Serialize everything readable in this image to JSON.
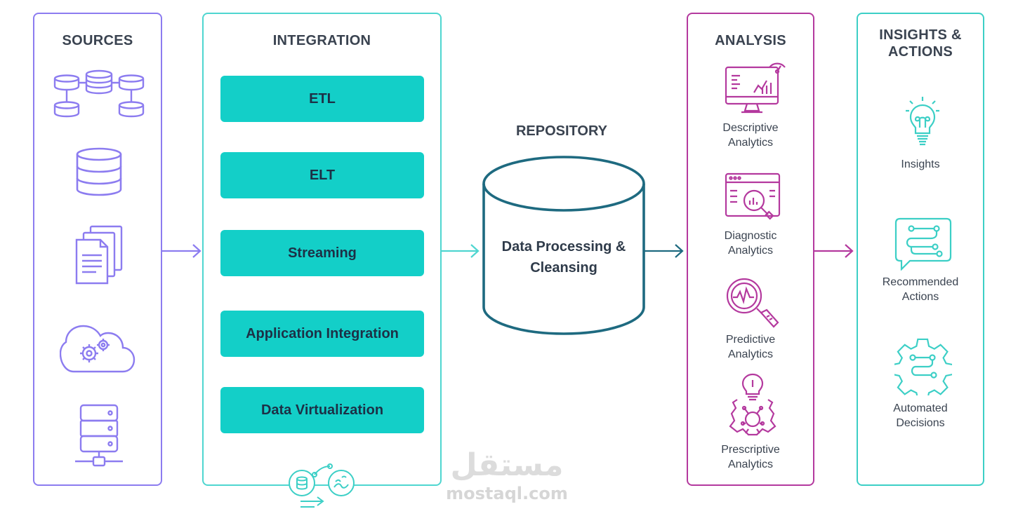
{
  "sources": {
    "title": "SOURCES",
    "icons": [
      "database-network-icon",
      "database-icon",
      "documents-icon",
      "cloud-gears-icon",
      "server-icon"
    ]
  },
  "integration": {
    "title": "INTEGRATION",
    "items": [
      "ETL",
      "ELT",
      "Streaming",
      "Application Integration",
      "Data Virtualization"
    ]
  },
  "repository": {
    "title": "REPOSITORY",
    "line1": "Data Processing &",
    "line2": "Cleansing"
  },
  "analysis": {
    "title": "ANALYSIS",
    "items": [
      {
        "line1": "Descriptive",
        "line2": "Analytics",
        "icon": "monitor-chart-icon"
      },
      {
        "line1": "Diagnostic",
        "line2": "Analytics",
        "icon": "browser-magnifier-icon"
      },
      {
        "line1": "Predictive",
        "line2": "Analytics",
        "icon": "magnifier-trend-icon"
      },
      {
        "line1": "Prescriptive",
        "line2": "Analytics",
        "icon": "gear-bulb-icon"
      }
    ]
  },
  "insights": {
    "title_line1": "INSIGHTS &",
    "title_line2": "ACTIONS",
    "items": [
      {
        "line1": "Insights",
        "line2": "",
        "icon": "bulb-binary-icon"
      },
      {
        "line1": "Recommended",
        "line2": "Actions",
        "icon": "chat-flow-icon"
      },
      {
        "line1": "Automated",
        "line2": "Decisions",
        "icon": "gear-flow-icon"
      }
    ]
  },
  "colors": {
    "sources": "#8c7cf0",
    "integration": "#4fd6d0",
    "repository": "#1e6a80",
    "analysis": "#b4399e",
    "insights": "#3ccfc6",
    "button": "#13cfc8"
  },
  "watermark": {
    "arabic": "مستقل",
    "latin": "mostaql.com"
  }
}
